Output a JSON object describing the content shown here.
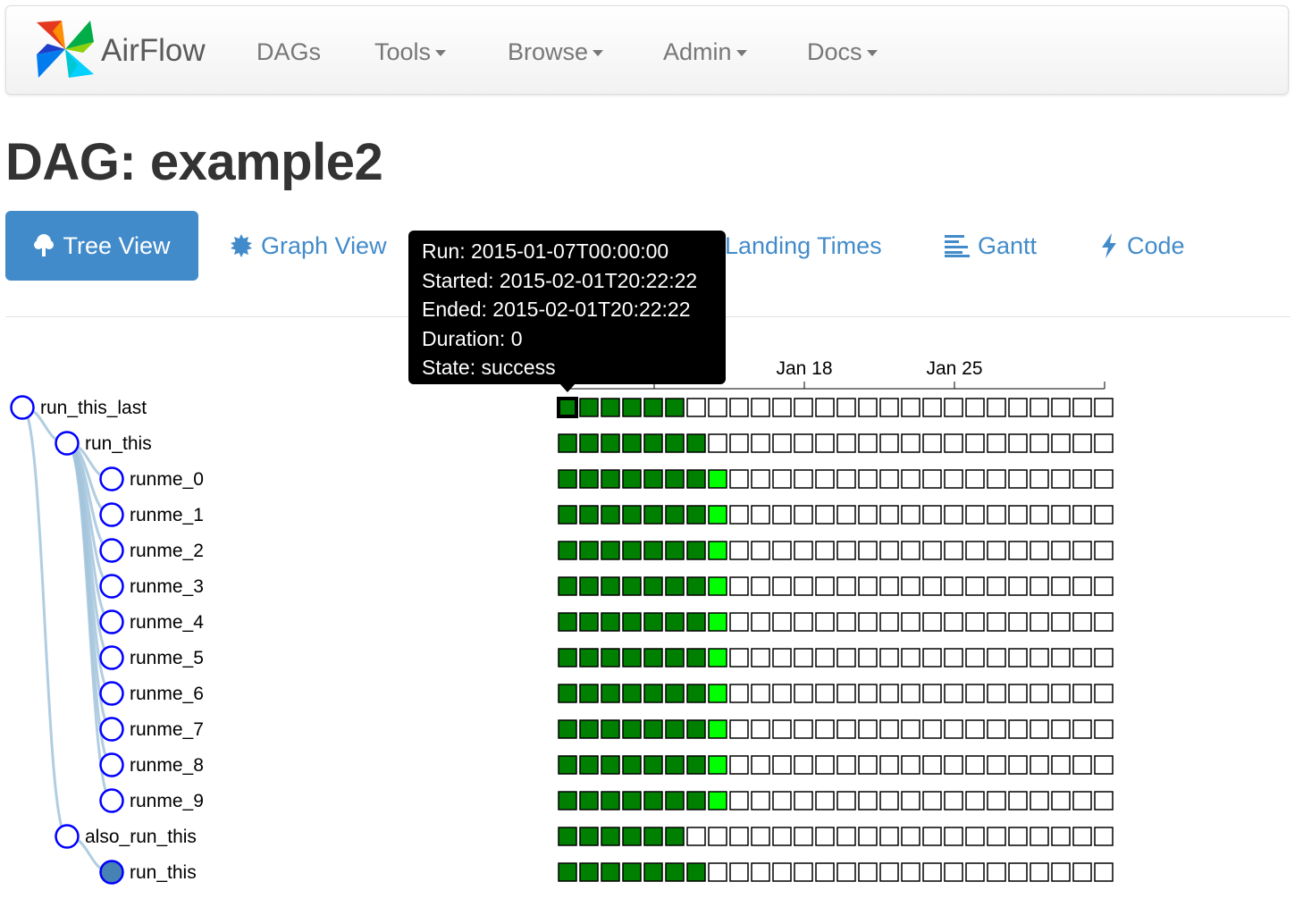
{
  "nav": {
    "brand": "AirFlow",
    "items": [
      {
        "label": "DAGs",
        "dropdown": false
      },
      {
        "label": "Tools",
        "dropdown": true
      },
      {
        "label": "Browse",
        "dropdown": true
      },
      {
        "label": "Admin",
        "dropdown": true
      },
      {
        "label": "Docs",
        "dropdown": true
      }
    ]
  },
  "page": {
    "title": "DAG: example2"
  },
  "tabs": {
    "tree_view": "Tree View",
    "graph_view": "Graph View",
    "landing_times": "Landing Times",
    "gantt": "Gantt",
    "code": "Code"
  },
  "tooltip": {
    "run": "Run: 2015-01-07T00:00:00",
    "started": "Started: 2015-02-01T20:22:22",
    "ended": "Ended: 2015-02-01T20:22:22",
    "duration": "Duration: 0",
    "state": "State: success"
  },
  "colors": {
    "success": "#008000",
    "running": "#00ff00",
    "node_stroke": "#0000ff",
    "link": "#a3c4dc",
    "primary": "#428bca"
  },
  "tree": {
    "axis_ticks": [
      "Jan 18",
      "Jan 25"
    ],
    "total_columns": 26,
    "tasks": [
      {
        "label": "run_this_last",
        "depth": 0,
        "success": 6,
        "running": 0,
        "highlighted": true,
        "filled": false
      },
      {
        "label": "run_this",
        "depth": 1,
        "success": 7,
        "running": 0,
        "filled": false
      },
      {
        "label": "runme_0",
        "depth": 2,
        "success": 7,
        "running": 1,
        "filled": false
      },
      {
        "label": "runme_1",
        "depth": 2,
        "success": 7,
        "running": 1,
        "filled": false
      },
      {
        "label": "runme_2",
        "depth": 2,
        "success": 7,
        "running": 1,
        "filled": false
      },
      {
        "label": "runme_3",
        "depth": 2,
        "success": 7,
        "running": 1,
        "filled": false
      },
      {
        "label": "runme_4",
        "depth": 2,
        "success": 7,
        "running": 1,
        "filled": false
      },
      {
        "label": "runme_5",
        "depth": 2,
        "success": 7,
        "running": 1,
        "filled": false
      },
      {
        "label": "runme_6",
        "depth": 2,
        "success": 7,
        "running": 1,
        "filled": false
      },
      {
        "label": "runme_7",
        "depth": 2,
        "success": 7,
        "running": 1,
        "filled": false
      },
      {
        "label": "runme_8",
        "depth": 2,
        "success": 7,
        "running": 1,
        "filled": false
      },
      {
        "label": "runme_9",
        "depth": 2,
        "success": 7,
        "running": 1,
        "filled": false
      },
      {
        "label": "also_run_this",
        "depth": 1,
        "success": 6,
        "running": 0,
        "filled": false
      },
      {
        "label": "run_this",
        "depth": 2,
        "success": 7,
        "running": 0,
        "filled": true
      }
    ]
  }
}
